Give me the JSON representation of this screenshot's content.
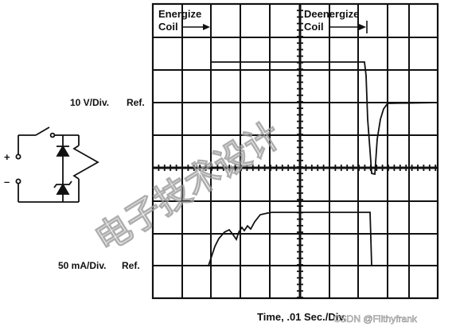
{
  "labels": {
    "energize_line1": "Energize",
    "energize_line2": "Coil",
    "deenergize_line1": "Deenergize",
    "deenergize_line2": "Coil",
    "voltage_scale": "10 V/Div.",
    "voltage_ref": "Ref.",
    "current_scale": "50 mA/Div.",
    "current_ref": "Ref.",
    "time_scale": "Time, .01 Sec./Div.",
    "plus": "+",
    "minus": "–"
  },
  "watermark": "电子技术设计",
  "credit": "CSDN @Filthyfrank",
  "colors": {
    "trace": "#111111",
    "grid": "#111111",
    "background": "#ffffff"
  }
}
